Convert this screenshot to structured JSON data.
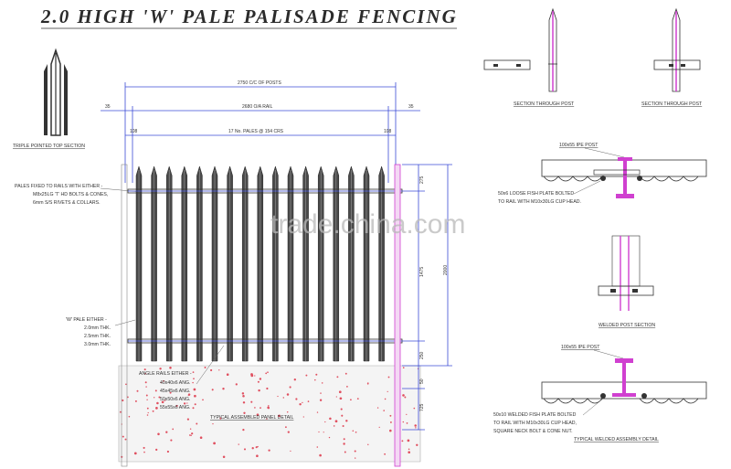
{
  "title": "2.0 HIGH 'W' PALE PALISADE FENCING",
  "watermark": "trade.china.com",
  "top_section_label": "TRIPLE POINTED TOP SECTION",
  "fixing_note": [
    "PALES FIXED TO RAILS WITH EITHER -",
    "M8x25LG 'T' HD BOLTS & CONES,",
    "6mm S/S RIVETS & COLLARS."
  ],
  "pale_note": [
    "'W' PALE EITHER -",
    "2.0mm THK.",
    "2.5mm THK.",
    "3.0mm THK."
  ],
  "rail_note": [
    "ANGLE RAILS EITHER -",
    "40x40x6 ANG.",
    "45x45x6 ANG.",
    "50x50x6 ANG.",
    "55x55x6 ANG."
  ],
  "panel_detail_label": "TYPICAL ASSEMBLED PANEL DETAIL",
  "dimensions": {
    "cc_posts": "2750 C/C OF POSTS",
    "oa_rail": "2680 O/A RAIL",
    "pales": "17 No. PALES @ 154 CRS",
    "left_35": "35",
    "right_35": "35",
    "left_108": "108",
    "right_108": "108",
    "d275": "275",
    "d1475": "1475",
    "d250": "250",
    "d50": "50",
    "d2000": "2000",
    "d725": "725"
  },
  "section_post_1": "SECTION THROUGH POST",
  "section_post_2": "SECTION THROUGH POST",
  "ipe_post_1": "100x55 IPE POST",
  "loose_plate_note": [
    "50x6 LOOSE FISH PLATE BOLTED",
    "TO RAIL WITH M10x30LG CUP HEAD."
  ],
  "welded_post_section": "WELDED POST SECTION",
  "ipe_post_2": "100x55 IPE POST",
  "welded_plate_note": [
    "50x10 WELDED FISH PLATE BOLTED",
    "TO RAIL WITH M10x30LG CUP HEAD,",
    "SQUARE NECK BOLT & CONE NUT."
  ],
  "welded_assembly_label": "TYPICAL WELDED ASSEMBLY DETAIL",
  "colors": {
    "dimension_lines": "#3b4bd6",
    "post_highlight": "#d040d0",
    "concrete_dots": "#e05060",
    "concrete_bg": "#f4f4f4"
  }
}
